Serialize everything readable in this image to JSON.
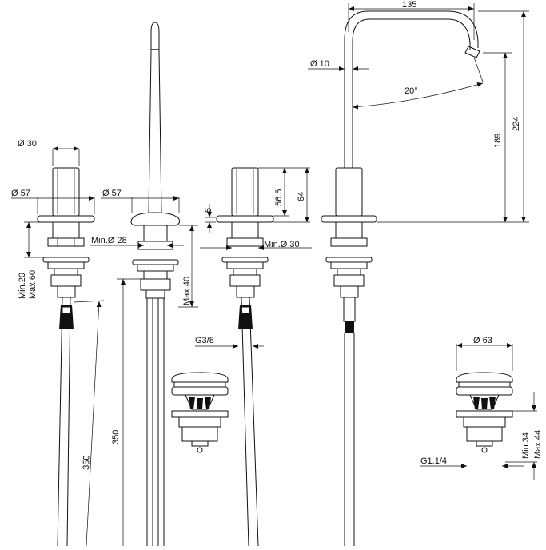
{
  "drawing": {
    "dimensions": {
      "d30_left": "Ø 30",
      "d57_left": "Ø 57",
      "d57_spout": "Ø 57",
      "min_d28": "Min.Ø 28",
      "min_d30": "Min.Ø 30",
      "v5": "5",
      "v56_5": "56.5",
      "v64": "64",
      "min20": "Min.20",
      "max60": "Max.60",
      "max40": "Max.40",
      "v350_a": "350",
      "v350_b": "350",
      "g38": "G3/8",
      "d10": "Ø 10",
      "v135": "135",
      "deg20": "20°",
      "v189": "189",
      "v224": "224",
      "d63": "Ø 63",
      "g114": "G1.1/4",
      "min34": "Min.34",
      "max44": "Max.44"
    },
    "icons": [
      "tap-handle",
      "spout",
      "hose",
      "waste-valve"
    ]
  }
}
